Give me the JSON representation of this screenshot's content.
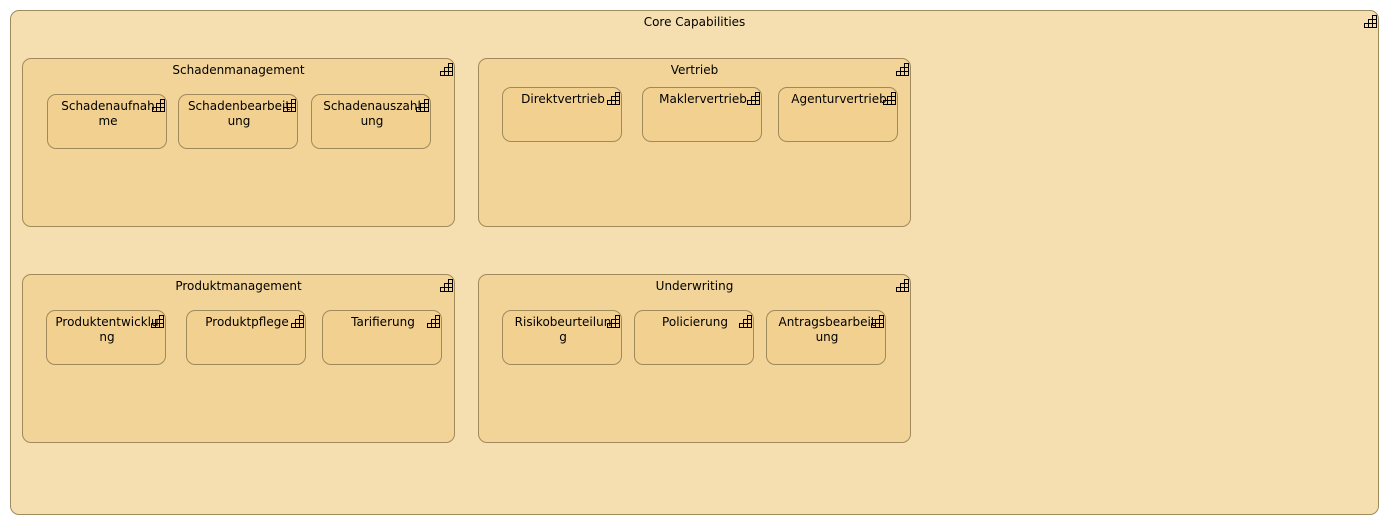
{
  "diagram": {
    "title": "Core Capabilities",
    "groups": [
      {
        "name": "Schadenmanagement",
        "items": [
          "Schadenaufnahme",
          "Schadenbearbeitung",
          "Schadenauszahlung"
        ]
      },
      {
        "name": "Vertrieb",
        "items": [
          "Direktvertrieb",
          "Maklervertrieb",
          "Agenturvertrieb"
        ]
      },
      {
        "name": "Produktmanagement",
        "items": [
          "Produktentwicklung",
          "Produktpflege",
          "Tarifierung"
        ]
      },
      {
        "name": "Underwriting",
        "items": [
          "Risikobeurteilung",
          "Policierung",
          "Antragsbearbeitung"
        ]
      }
    ]
  },
  "colors": {
    "outer_fill": "#f5dfb0",
    "group_fill": "#f2d498",
    "capability_fill": "#f2d190",
    "border": "#a08a5c"
  },
  "icons": {
    "capability": "capability-icon"
  }
}
